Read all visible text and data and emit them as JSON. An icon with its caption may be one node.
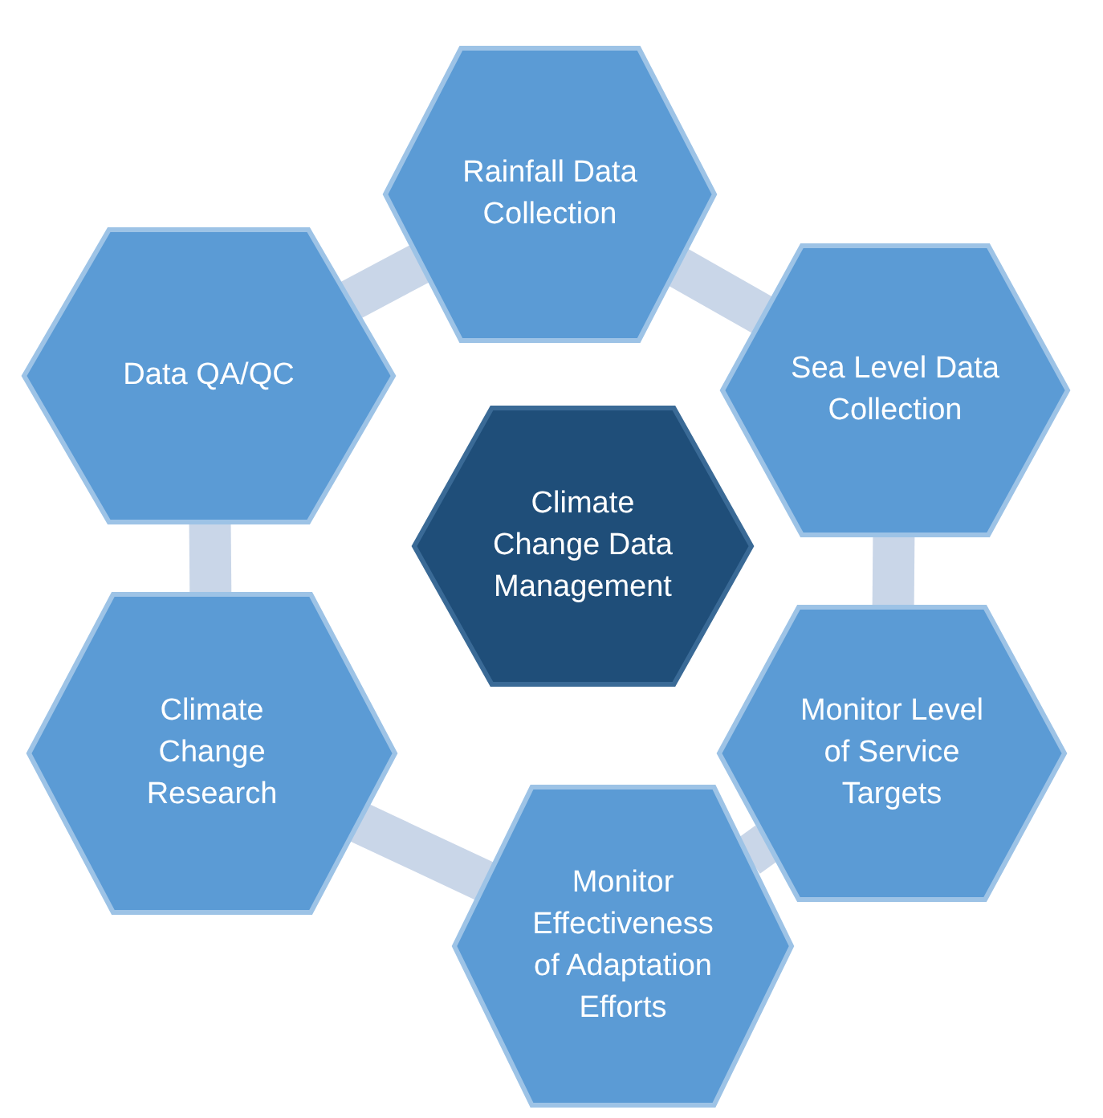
{
  "diagram": {
    "nodes": [
      {
        "text": [
          "Rainfall Data Collection"
        ]
      },
      {
        "text": [
          "Data QA/QC"
        ]
      },
      {
        "text": [
          "Sea Level Data Collection"
        ]
      },
      {
        "text": [
          "Climate Change Data Management"
        ]
      },
      {
        "text": [
          "Climate Change Research"
        ]
      },
      {
        "text": [
          "Monitor Level of Service Targets"
        ]
      },
      {
        "text": [
          "Monitor Effectiveness of Adaptation Efforts"
        ]
      }
    ],
    "edges": [
      {
        "from": 0,
        "to": 2,
        "arrow": "none"
      },
      {
        "from": 2,
        "to": 5,
        "arrow": "none"
      },
      {
        "from": 5,
        "to": 6,
        "arrow": "none"
      },
      {
        "from": 6,
        "to": 4,
        "arrow": "none"
      },
      {
        "from": 4,
        "to": 1,
        "arrow": "none"
      },
      {
        "from": 1,
        "to": 0,
        "arrow": "none"
      }
    ]
  }
}
